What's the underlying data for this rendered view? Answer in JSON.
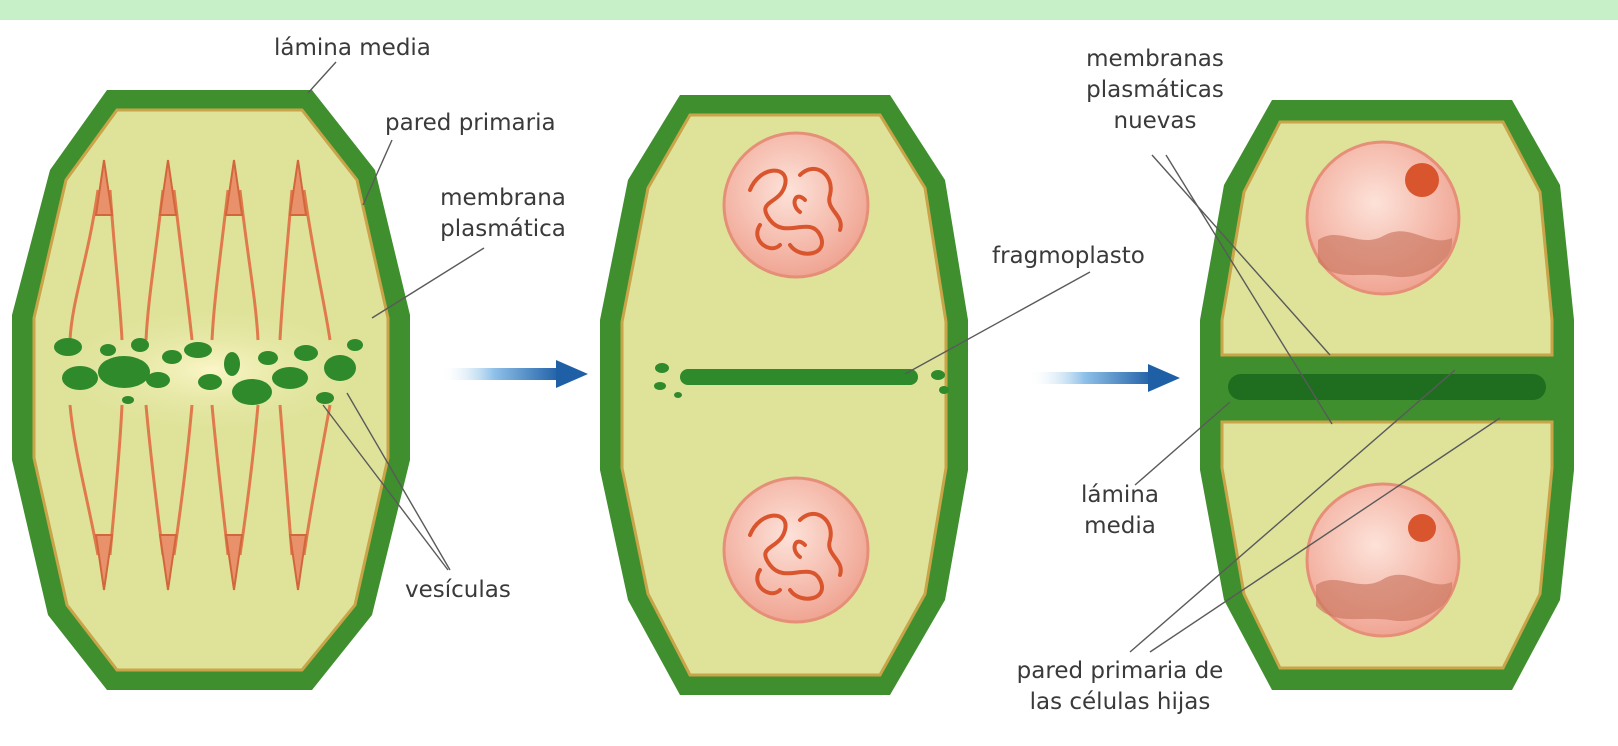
{
  "colors": {
    "top_band": "#c7efc8",
    "cell_wall": "#3f8f2e",
    "cytoplasm": "#dfe39a",
    "membrane": "#c9a448",
    "spindle": "#e07a4c",
    "vesicle": "#2f8a2c",
    "nucleus": "#f3b0a0",
    "chromatin": "#d9552e",
    "arrow": "#2b6cb0",
    "leader_line": "#5a5a5a"
  },
  "labels": {
    "lamina_media_top": "lámina media",
    "pared_primaria": "pared primaria",
    "membrana_plasmatica_1": "membrana",
    "membrana_plasmatica_2": "plasmática",
    "vesiculas": "vesículas",
    "fragmoplasto": "fragmoplasto",
    "membranas_nuevas_1": "membranas",
    "membranas_nuevas_2": "plasmáticas",
    "membranas_nuevas_3": "nuevas",
    "lamina_media_bottom_1": "lámina",
    "lamina_media_bottom_2": "media",
    "pared_hijas_1": "pared primaria de",
    "pared_hijas_2": "las células hijas"
  },
  "stages": [
    {
      "name": "cell-with-spindle-and-vesicles"
    },
    {
      "name": "cell-with-phragmoplast"
    },
    {
      "name": "two-daughter-cells"
    }
  ],
  "arrows": [
    {
      "name": "arrow-stage-1-to-2",
      "icon": "right-arrow-icon"
    },
    {
      "name": "arrow-stage-2-to-3",
      "icon": "right-arrow-icon"
    }
  ]
}
